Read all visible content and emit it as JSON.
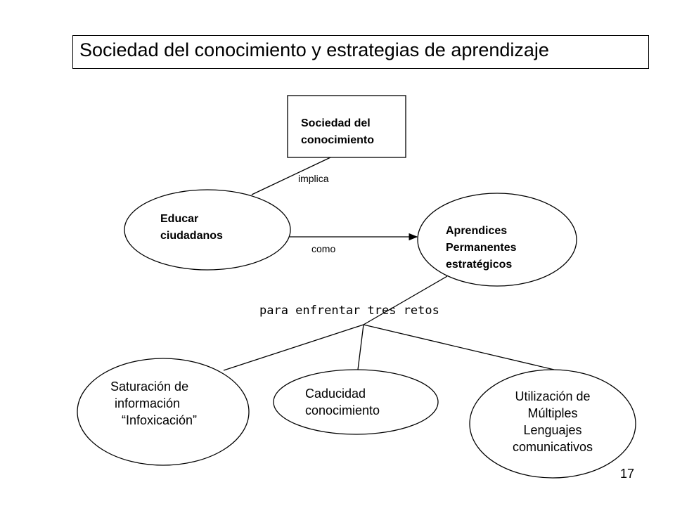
{
  "title": "Sociedad del conocimiento y estrategias de aprendizaje",
  "nodes": {
    "sociedad": {
      "line1": "Sociedad del",
      "line2": "conocimiento"
    },
    "educar": {
      "line1": "Educar",
      "line2": "ciudadanos"
    },
    "aprendices": {
      "line1": "Aprendices",
      "line2": "Permanentes",
      "line3": "estratégicos"
    },
    "saturacion": {
      "line1": "Saturación de",
      "line2": "información",
      "line3": "“Infoxicación”"
    },
    "caducidad": {
      "line1": "Caducidad",
      "line2": "conocimiento"
    },
    "utilizacion": {
      "line1": "Utilización de",
      "line2": "Múltiples",
      "line3": "Lenguajes",
      "line4": "comunicativos"
    }
  },
  "edges": {
    "implica": "implica",
    "como": "como",
    "retos": "para enfrentar tres retos"
  },
  "page_number": "17"
}
